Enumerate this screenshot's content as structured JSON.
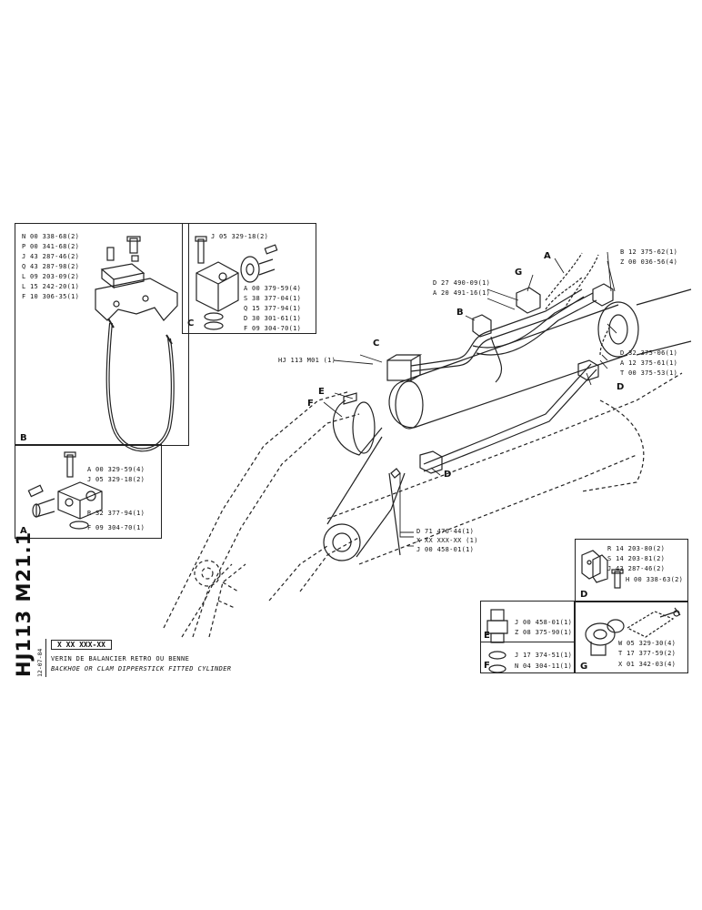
{
  "sheet": {
    "code": "HJ113 M21.1",
    "date": "12-07-84",
    "part_number": "X XX XXX-XX",
    "title_fr": "VERIN DE BALANCIER RETRO OU BENNE",
    "title_en": "BACKHOE OR CLAM DIPPERSTICK FITTED CYLINDER"
  },
  "panel_b": {
    "letter": "B",
    "parts": [
      "N 00 338-68(2)",
      "P 00 341-68(2)",
      "J 43 287-46(2)",
      "Q 43 287-98(2)",
      "L 09 203-09(2)",
      "L 15 242-20(1)",
      "F 10 306-35(1)"
    ]
  },
  "panel_c": {
    "letter": "C",
    "parts_top": [
      "J 05 329-18(2)"
    ],
    "parts": [
      "A 00 379-59(4)",
      "S 38 377-04(1)",
      "Q 15 377-94(1)",
      "D 30 301-61(1)",
      "F 09 304-70(1)"
    ]
  },
  "panel_a": {
    "letter": "A",
    "parts": [
      "A 00 329-59(4)",
      "J 05 329-18(2)",
      "R 32 377-94(1)",
      "F 09 304-70(1)"
    ]
  },
  "panel_d": {
    "letter": "D",
    "parts": [
      "R 14 203-80(2)",
      "S 14 203-81(2)",
      "J 43 287-46(2)",
      "H 00 338-63(2)"
    ]
  },
  "panel_e": {
    "letter": "E",
    "parts": [
      "J 00 458-01(1)",
      "Z 08 375-90(1)"
    ]
  },
  "panel_f": {
    "letter": "F",
    "parts": [
      "J 17 374-51(1)",
      "N 04 304-11(1)"
    ]
  },
  "panel_g": {
    "letter": "G",
    "parts": [
      "W 05 329-30(4)",
      "T 17 377-59(2)",
      "X 01 342-03(4)"
    ]
  },
  "main": {
    "callouts": [
      "A",
      "B",
      "C",
      "D",
      "D",
      "E",
      "F",
      "G"
    ],
    "labels_left": [
      "D 27 490-09(1)",
      "A 20 491-16(1)",
      "HJ 113 M01 (1)"
    ],
    "labels_right": [
      "B 12 375-62(1)",
      "Z 00 036-56(4)",
      "D 32 375-06(1)",
      "A 12 375-61(1)",
      "T 00 375-53(1)"
    ],
    "labels_bottom": [
      "D 71 476-44(1)",
      "X XX XXX-XX (1)",
      "J 00 458-01(1)"
    ]
  }
}
